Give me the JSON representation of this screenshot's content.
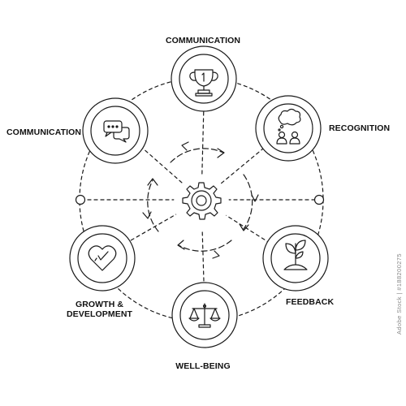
{
  "colors": {
    "line": "#1a1a1a",
    "background": "#ffffff",
    "watermark": "#8a8a8a"
  },
  "hub": {
    "icon": "gear-icon"
  },
  "nodes": [
    {
      "label": "COMMUNICATION",
      "icon": "trophy-icon"
    },
    {
      "label": "RECOGNITION",
      "icon": "thought-bubble-people-icon"
    },
    {
      "label": "FEEDBACK",
      "icon": "plant-sprout-icon"
    },
    {
      "label": "WELL-BEING",
      "icon": "balance-scale-icon"
    },
    {
      "label_lines": [
        "GROWTH &",
        "DEVELOPMENT"
      ],
      "icon": "heart-check-icon"
    },
    {
      "label": "COMMUNICATION",
      "icon": "chat-bubbles-icon"
    }
  ],
  "watermark": "Adobe Stock | #188200275"
}
